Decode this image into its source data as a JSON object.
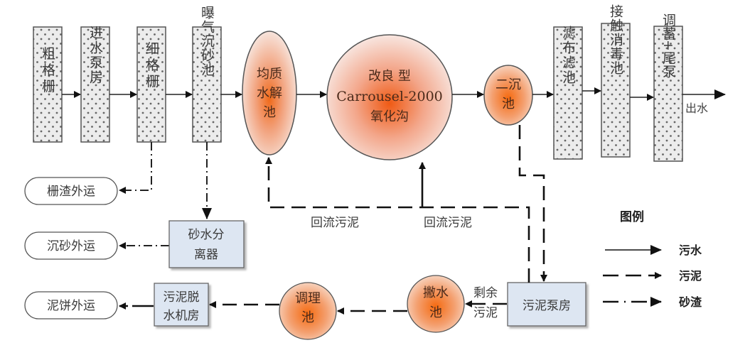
{
  "title": "污水处理工艺流程图",
  "main_flow": [
    {
      "id": "coarse-screen",
      "label": "粗格栅"
    },
    {
      "id": "inlet-pump-house",
      "label": "进水泵房"
    },
    {
      "id": "fine-screen",
      "label": "细格栅"
    },
    {
      "id": "aerated-grit-chamber",
      "label": "曝气沉砂池"
    },
    {
      "id": "hydrolysis-tank",
      "label": "均质水解池",
      "lines": [
        "均质",
        "水解",
        "池"
      ]
    },
    {
      "id": "oxidation-ditch",
      "lines": [
        "改良 型",
        "Carrousel-2000",
        "氧化沟"
      ]
    },
    {
      "id": "secondary-clarifier",
      "lines": [
        "二沉",
        "池"
      ]
    },
    {
      "id": "cloth-filter",
      "label": "滤布滤池"
    },
    {
      "id": "contact-disinfection",
      "label": "接触消毒池"
    },
    {
      "id": "regulating-tail-pump",
      "label": "调蓄+尾泵"
    }
  ],
  "outlet_label": "出水",
  "side_nodes": {
    "screenings_out": "栅渣外运",
    "grit_out": "沉砂外运",
    "cake_out": "泥饼外运",
    "grit_separator": [
      "砂水分",
      "离器"
    ],
    "sludge_dewatering": [
      "污泥脱",
      "水机房"
    ],
    "conditioning_tank": [
      "调理",
      "池"
    ],
    "decant_tank": [
      "撇水",
      "池"
    ],
    "sludge_pump_house": "污泥泵房"
  },
  "flow_labels": {
    "return_sludge_1": "回流污泥",
    "return_sludge_2": "回流污泥",
    "excess_sludge": [
      "剩余",
      "污泥"
    ]
  },
  "legend": {
    "title": "图例",
    "items": [
      {
        "style": "solid",
        "label": "污水"
      },
      {
        "style": "dashed",
        "label": "污泥"
      },
      {
        "style": "dash-dot",
        "label": "砂渣"
      }
    ]
  },
  "colors": {
    "box_fill": "#ececec",
    "blue_box_fill": "#dde6f2",
    "orange_core": "#f06a1a",
    "line": "#111111"
  }
}
